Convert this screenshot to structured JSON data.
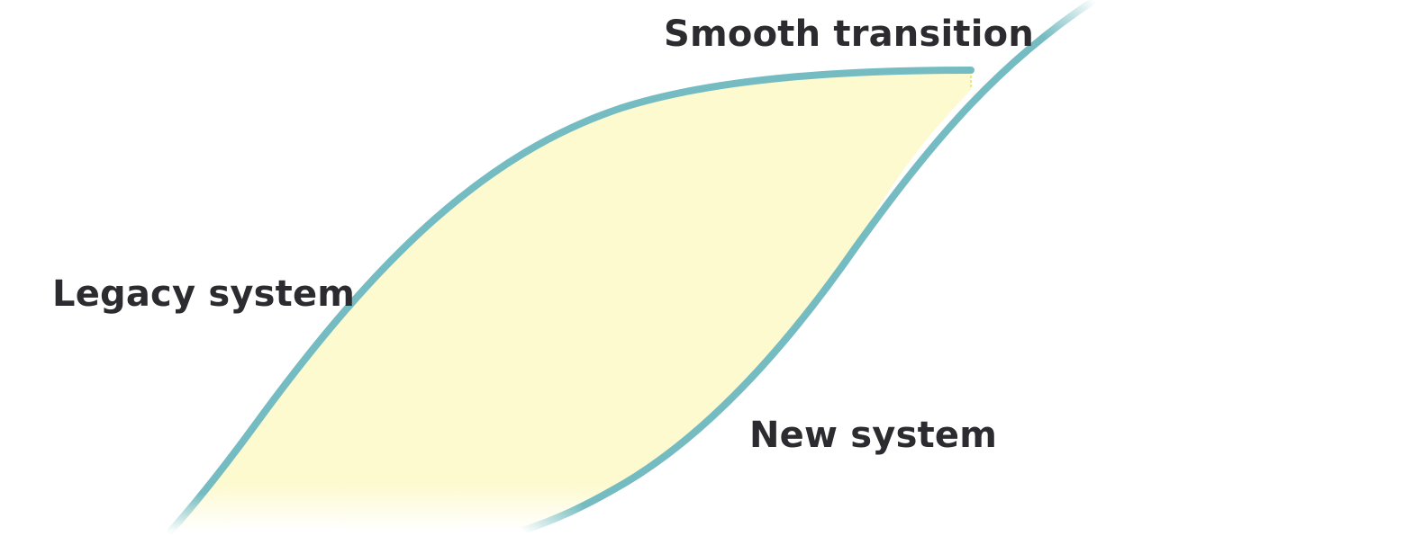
{
  "labels": {
    "transition": "Smooth transition",
    "legacy": "Legacy system",
    "new": "New system"
  },
  "colors": {
    "curve": "#74bcc2",
    "fill": "#fdfad0",
    "text": "#2c2c30",
    "background": "#ffffff"
  }
}
